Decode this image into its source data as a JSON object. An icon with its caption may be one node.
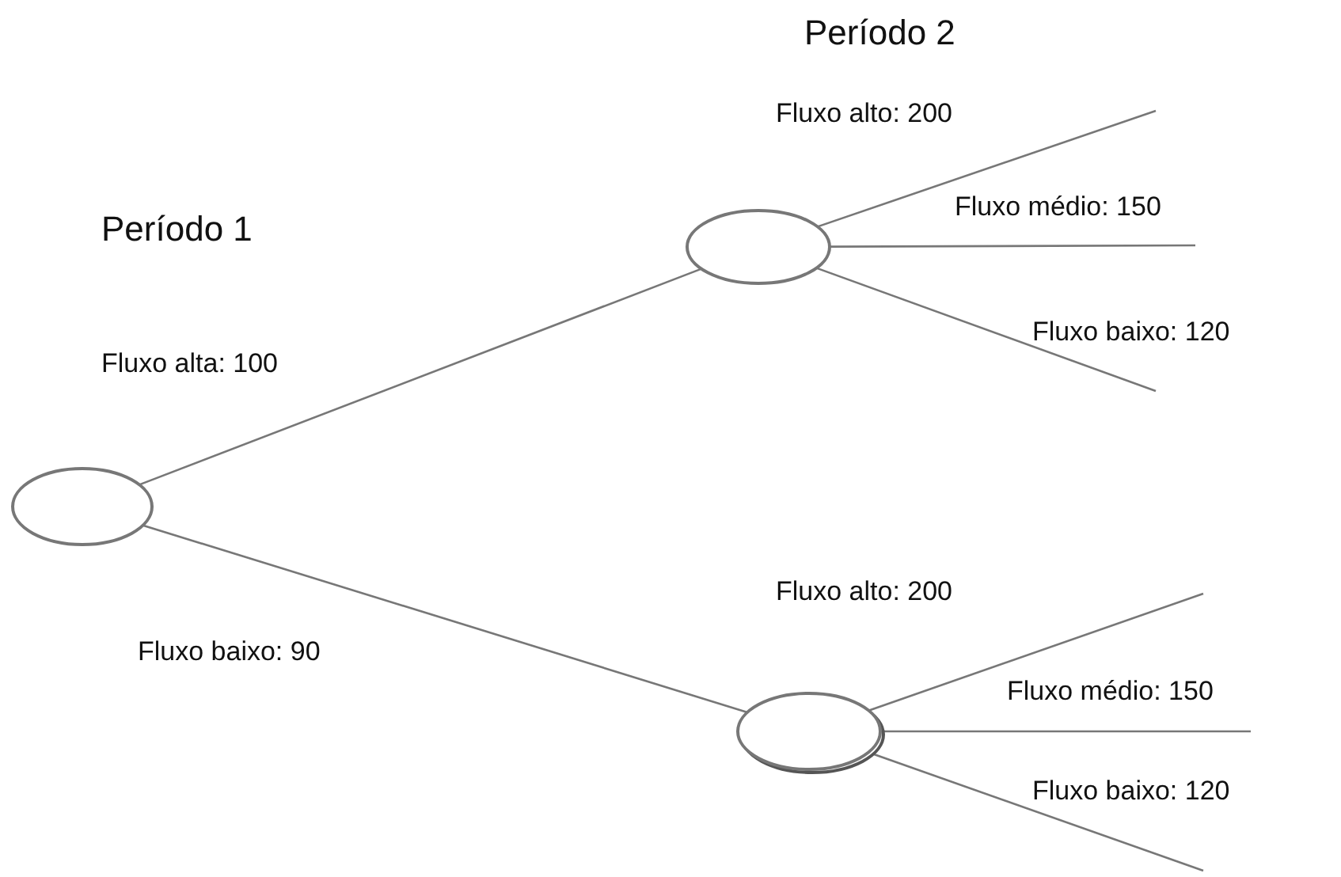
{
  "diagram": {
    "nodes": [
      {
        "text": [],
        "shape": "circle"
      },
      {
        "text": [],
        "shape": "circle"
      },
      {
        "text": [],
        "shape": "circle"
      }
    ],
    "edges": [
      {
        "from": 0,
        "to": 1,
        "arrow": "none",
        "label": "Fluxo alta: 100"
      },
      {
        "from": 0,
        "to": 2,
        "arrow": "none",
        "label": "Fluxo baixo: 90"
      },
      {
        "from": 1,
        "to": null,
        "arrow": "none",
        "label": "Fluxo alto: 200"
      },
      {
        "from": 1,
        "to": null,
        "arrow": "none",
        "label": "Fluxo médio: 150"
      },
      {
        "from": 1,
        "to": null,
        "arrow": "none",
        "label": "Fluxo baixo: 120"
      },
      {
        "from": 2,
        "to": null,
        "arrow": "none",
        "label": "Fluxo alto: 200"
      },
      {
        "from": 2,
        "to": null,
        "arrow": "none",
        "label": "Fluxo médio: 150"
      },
      {
        "from": 2,
        "to": null,
        "arrow": "none",
        "label": "Fluxo baixo: 120"
      }
    ],
    "labels": [
      "Período 2",
      "Período 1"
    ]
  }
}
